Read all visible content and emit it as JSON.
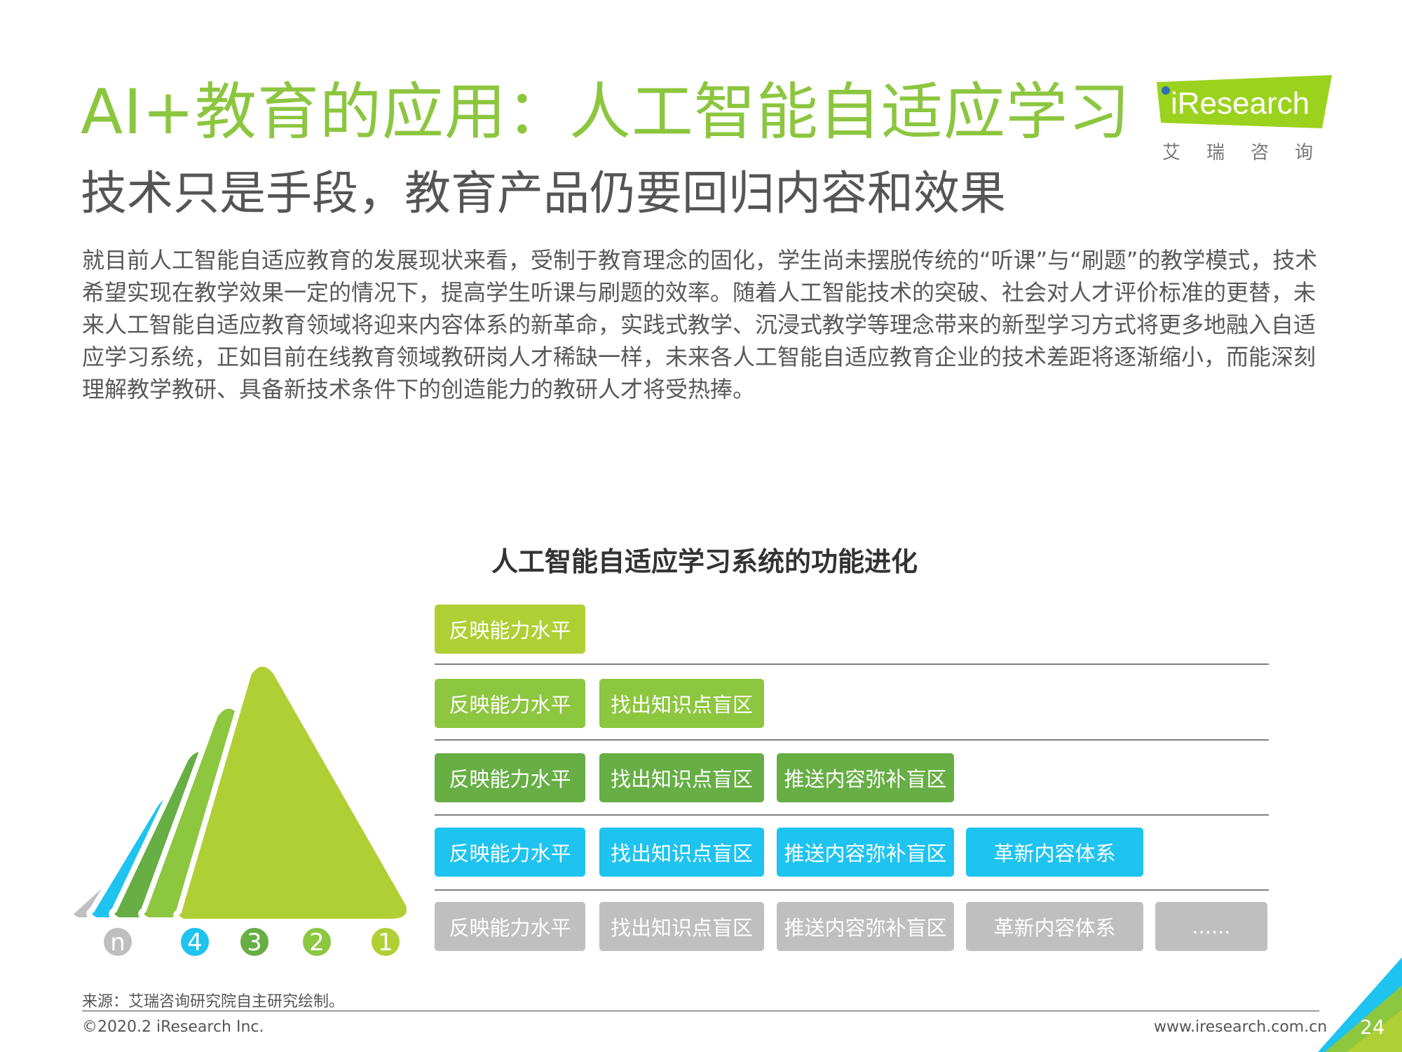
{
  "header": {
    "title": "AI+教育的应用：人工智能自适应学习",
    "subtitle": "技术只是手段，教育产品仍要回归内容和效果"
  },
  "logo": {
    "wordmark": "iResearch",
    "chinese": "艾瑞咨询"
  },
  "body_text": "就目前人工智能自适应教育的发展现状来看，受制于教育理念的固化，学生尚未摆脱传统的“听课”与“刷题”的教学模式，技术希望实现在教学效果一定的情况下，提高学生听课与刷题的效率。随着人工智能技术的突破、社会对人才评价标准的更替，未来人工智能自适应教育领域将迎来内容体系的新革命，实践式教学、沉浸式教学等理念带来的新型学习方式将更多地融入自适应学习系统，正如目前在线教育领域教研岗人才稀缺一样，未来各人工智能自适应教育企业的技术差距将逐渐缩小，而能深刻理解教学教研、具备新技术条件下的创造能力的教研人才将受热捧。",
  "diagram": {
    "title": "人工智能自适应学习系统的功能进化",
    "stages": [
      {
        "label": "1",
        "color": "#b0cf34",
        "items": [
          "反映能力水平"
        ]
      },
      {
        "label": "2",
        "color": "#8dc63f",
        "items": [
          "反映能力水平",
          "找出知识点盲区"
        ]
      },
      {
        "label": "3",
        "color": "#67ae45",
        "items": [
          "反映能力水平",
          "找出知识点盲区",
          "推送内容弥补盲区"
        ]
      },
      {
        "label": "4",
        "color": "#1ec3ef",
        "items": [
          "反映能力水平",
          "找出知识点盲区",
          "推送内容弥补盲区",
          "革新内容体系"
        ]
      },
      {
        "label": "n",
        "color": "#bfbfbf",
        "items": [
          "反映能力水平",
          "找出知识点盲区",
          "推送内容弥补盲区",
          "革新内容体系",
          "......"
        ]
      }
    ]
  },
  "footer": {
    "source": "来源：艾瑞咨询研究院自主研究绘制。",
    "copyright": "©2020.2 iResearch Inc.",
    "website": "www.iresearch.com.cn",
    "page_number": "24"
  }
}
